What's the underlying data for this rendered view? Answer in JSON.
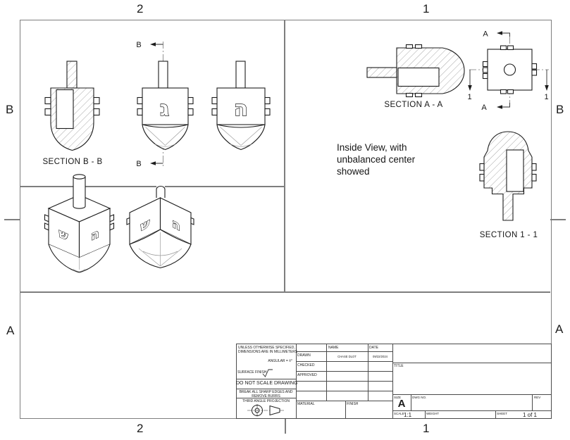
{
  "zones": {
    "top": {
      "col2": "2",
      "col1": "1"
    },
    "bottom": {
      "col2": "2",
      "col1": "1"
    },
    "left": {
      "rowB": "B",
      "rowA": "A"
    },
    "right": {
      "rowB": "B",
      "rowA": "A"
    }
  },
  "views": {
    "section_bb": {
      "label": "SECTION B - B",
      "marker": "B",
      "letter_gimel": "ג",
      "letter_he": "ה"
    },
    "iso": {
      "letter_shin": "ש",
      "letter_he": "ה"
    },
    "section_aa": {
      "label": "SECTION A - A"
    },
    "top_view": {
      "marker_a": "A",
      "marker_1": "1"
    },
    "section_11": {
      "label": "SECTION 1 - 1"
    },
    "note": {
      "line1": "Inside View, with",
      "line2": "unbalanced center",
      "line3": "showed"
    }
  },
  "title_block": {
    "spec_line1": "UNLESS OTHERWISE SPECIFIED,",
    "spec_line2": "DIMENSIONS ARE IN MILLIMETERS",
    "angular": "ANGULAR = ±°",
    "surface_finish_label": "SURFACE FINISH",
    "do_not_scale": "DO NOT SCALE DRAWING",
    "deburr_line1": "BREAK ALL SHARP EDGES AND",
    "deburr_line2": "REMOVE BURRS",
    "projection_label": "THIRD ANGLE PROJECTION",
    "col_name": "NAME",
    "col_date": "DATE",
    "rows": [
      {
        "label": "DRAWN",
        "name": "CHASE DLOT",
        "date": "09/22/2024"
      },
      {
        "label": "CHECKED",
        "name": "",
        "date": ""
      },
      {
        "label": "APPROVED",
        "name": "",
        "date": ""
      }
    ],
    "material_label": "MATERIAL",
    "finish_label": "FINISH",
    "title_label": "TITLE",
    "size_label": "SIZE",
    "size_value": "A",
    "dwg_label": "DWG NO.",
    "rev_label": "REV",
    "scale_label": "SCALE",
    "scale_value": "1:1",
    "weight_label": "WEIGHT",
    "sheet_label": "SHEET",
    "sheet_value": "1 of 1"
  },
  "colors": {
    "line": "#1c1c1c",
    "frame": "#7e7e7e",
    "background": "#ffffff"
  }
}
